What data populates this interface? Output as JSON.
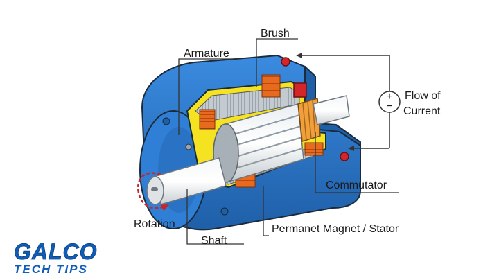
{
  "labels": {
    "brush": "Brush",
    "armature": "Armature",
    "flow_line1": "Flow of",
    "flow_line2": "Current",
    "commutator": "Commutator",
    "rotation": "Rotation",
    "shaft": "Shaft",
    "magnet_stator": "Permanet Magnet / Stator"
  },
  "logo": {
    "brand": "GALCO",
    "tagline": "TECH TIPS"
  },
  "symbols": {
    "plus": "+",
    "minus": "−"
  },
  "colors": {
    "housing_blue": "#2f7fd6",
    "housing_dark": "#1f5fa8",
    "stator_gray": "#b9c2c9",
    "coil_orange": "#e86a1e",
    "insulation_yellow": "#f5e321",
    "brush_red": "#d2262a",
    "commutator_orange": "#f0a03a",
    "rotation_red": "#c6262a",
    "logo_blue": "#0f5db8"
  }
}
